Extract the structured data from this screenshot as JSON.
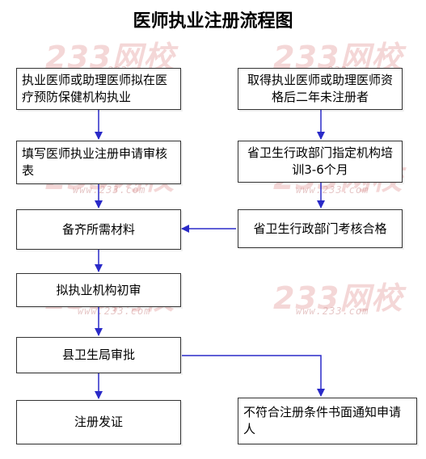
{
  "title": "医师执业注册流程图",
  "colors": {
    "arrow": "#2a2ac8",
    "box_border": "#333333",
    "watermark": "#e08c8c"
  },
  "left_column": [
    "执业医师或助理医师拟在医疗预防保健机构执业",
    "填写医师执业注册申请审核表",
    "备齐所需材料",
    "拟执业机构初审",
    "县卫生局审批",
    "注册发证"
  ],
  "right_column": [
    "取得执业医师或助理医师资格后二年未注册者",
    "省卫生行政部门指定机构培训3-6个月",
    "省卫生行政部门考核合格",
    "不符合注册条件书面通知申请人"
  ],
  "watermark": {
    "brand": "233网校",
    "url": "www.233.com"
  }
}
